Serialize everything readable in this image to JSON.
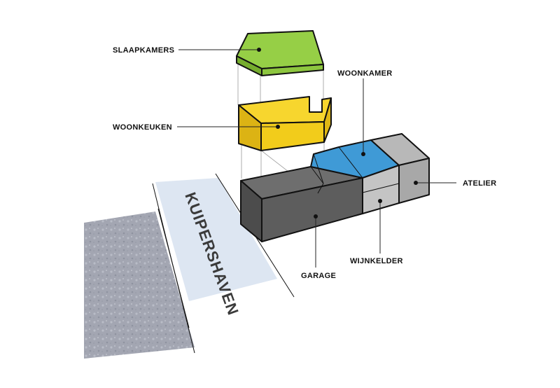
{
  "street": {
    "name": "KUIPERSHAVEN"
  },
  "labels": {
    "slaapkamers": "SLAAPKAMERS",
    "woonkeuken": "WOONKEUKEN",
    "woonkamer": "WOONKAMER",
    "atelier": "ATELIER",
    "garage": "GARAGE",
    "wijnkelder": "WIJNKELDER"
  },
  "colors": {
    "slaapkamers": "#8dc63f",
    "woonkeuken": "#f2cc1b",
    "woonkamer": "#3f9ad6",
    "atelier": "#a8a8a8",
    "wijnkelder": "#c4c4c4",
    "garage": "#5d5d5d",
    "street": "#dde6f2",
    "water": "#a3a6b2"
  }
}
